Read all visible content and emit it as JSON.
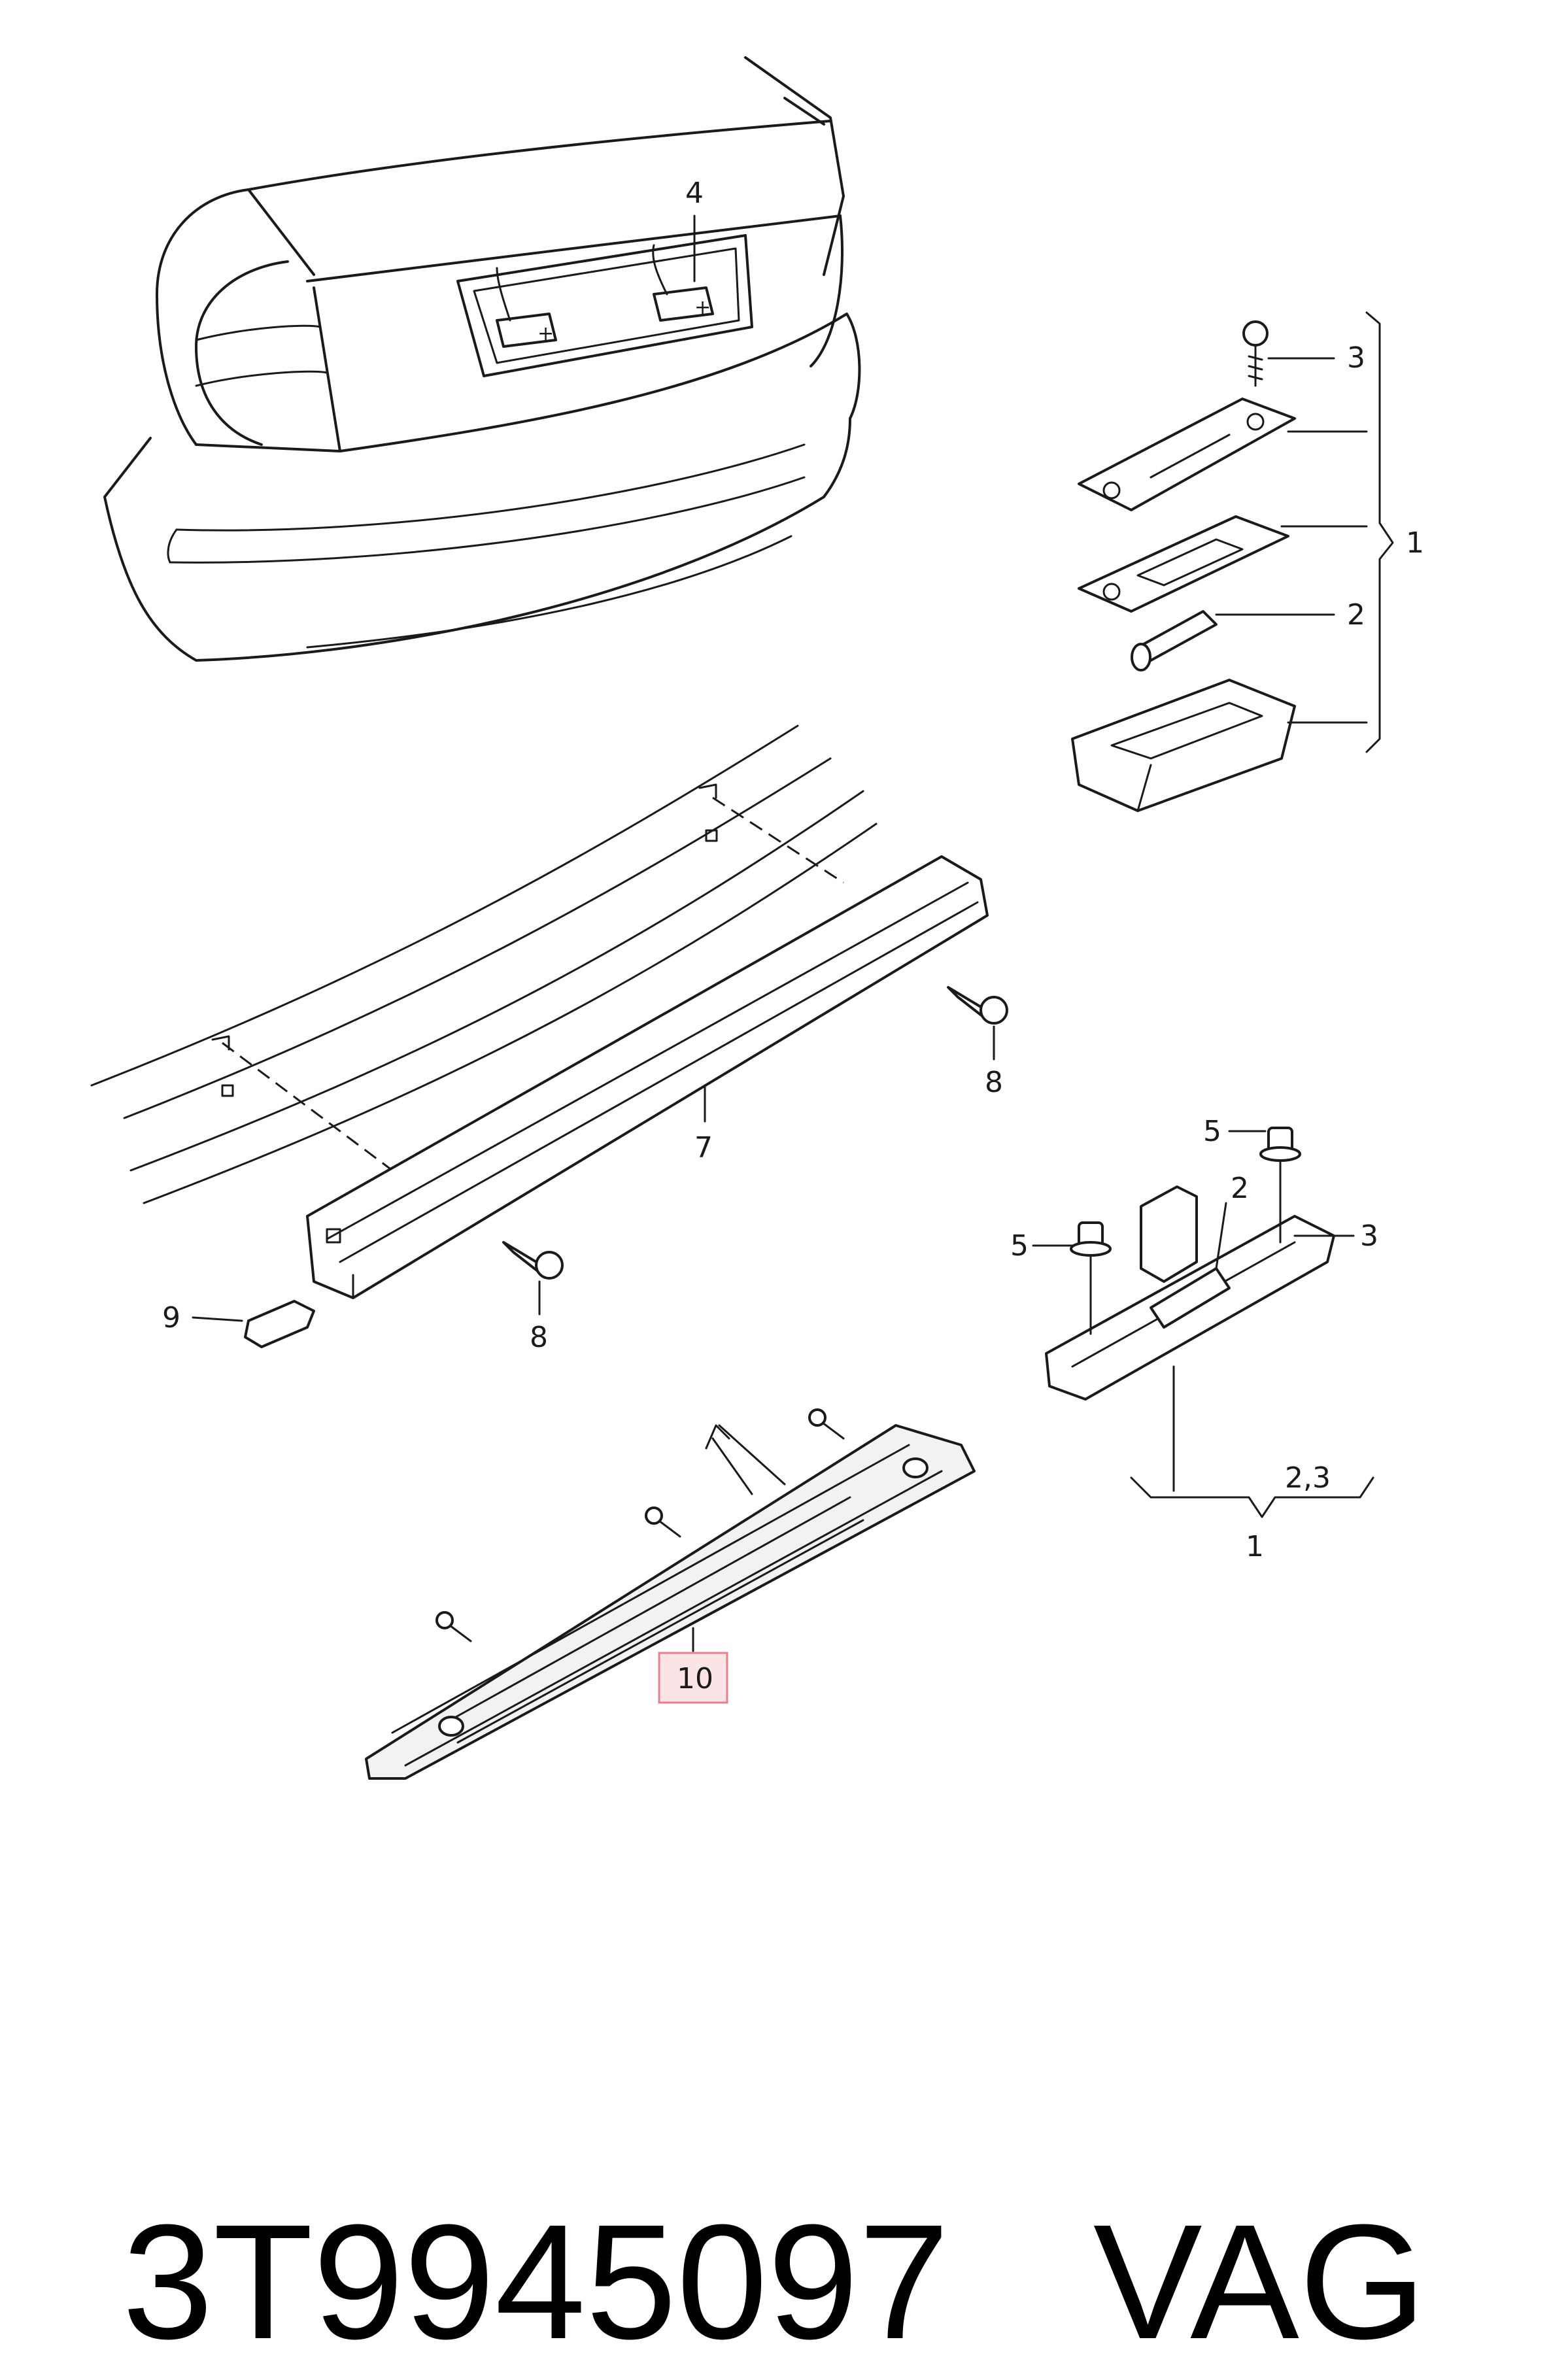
{
  "footer": {
    "part_number": "3T9945097",
    "brand": "VAG"
  },
  "callouts": {
    "c4": "4",
    "c3_top": "3",
    "c1_right": "1",
    "c2_right": "2",
    "c8_upper": "8",
    "c7": "7",
    "c5_a": "5",
    "c2_mid": "2",
    "c5_b": "5",
    "c3_mid": "3",
    "c9": "9",
    "c8_lower": "8",
    "c23": "2,3",
    "c1_bottom": "1",
    "c10": "10"
  },
  "highlight": {
    "color": "#e8808a",
    "fill": "#fbe4e6",
    "label": "10"
  }
}
